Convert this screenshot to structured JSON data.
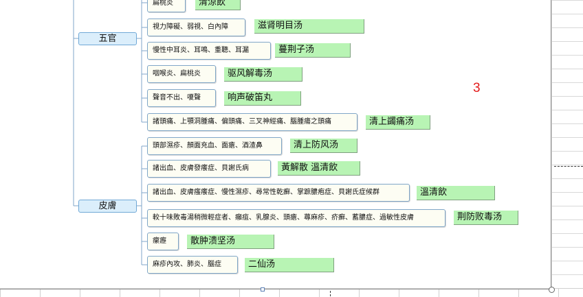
{
  "page_number": "3",
  "categories": {
    "wuguan": "五官",
    "pifu": "皮膚"
  },
  "wuguan_items": [
    {
      "symptom": "扁桃炎",
      "formula": "清涼飲"
    },
    {
      "symptom": "視力障礙、弱視、白內障",
      "formula": "滋肾明目汤"
    },
    {
      "symptom": "慢性中耳炎、耳鳴、重聽、耳漏",
      "formula": "蔓荆子汤"
    },
    {
      "symptom": "咽喉炎、扁桃炎",
      "formula": "驱风解毒汤"
    },
    {
      "symptom": "聲音不出、嗄聲",
      "formula": "响声破笛丸"
    },
    {
      "symptom": "諸頭痛、上顎洞腫痛、偏頭痛、三叉神經痛、腦腫瘍之頭痛",
      "formula": "清上蠲痛汤"
    }
  ],
  "pifu_items": [
    {
      "symptom": "頭部濕疹、顏面充血、面瘡、酒渣鼻",
      "formula": "清上防风汤"
    },
    {
      "symptom": "諸出血、皮膚發癢症、貝謝氏病",
      "formula": "黃解散 溫清飲"
    },
    {
      "symptom": "諸出血、皮膚瘙癢症、慢性濕疹、尋常性乾癬、掌蹠膿疱症、貝謝氏症候群",
      "formula": "溫清飲"
    },
    {
      "symptom": "較十味敗毒湯稍微輕症者、癰疽、乳腺炎、頭瘡、蕁麻疹、疥癬、蓄膿症、過敏性皮膚",
      "formula": "荆防败毒汤"
    },
    {
      "symptom": "瘰癧",
      "formula": "散肿溃坚汤"
    },
    {
      "symptom": "麻疹內攻、肺炎、腦症",
      "formula": "二仙汤"
    }
  ]
}
